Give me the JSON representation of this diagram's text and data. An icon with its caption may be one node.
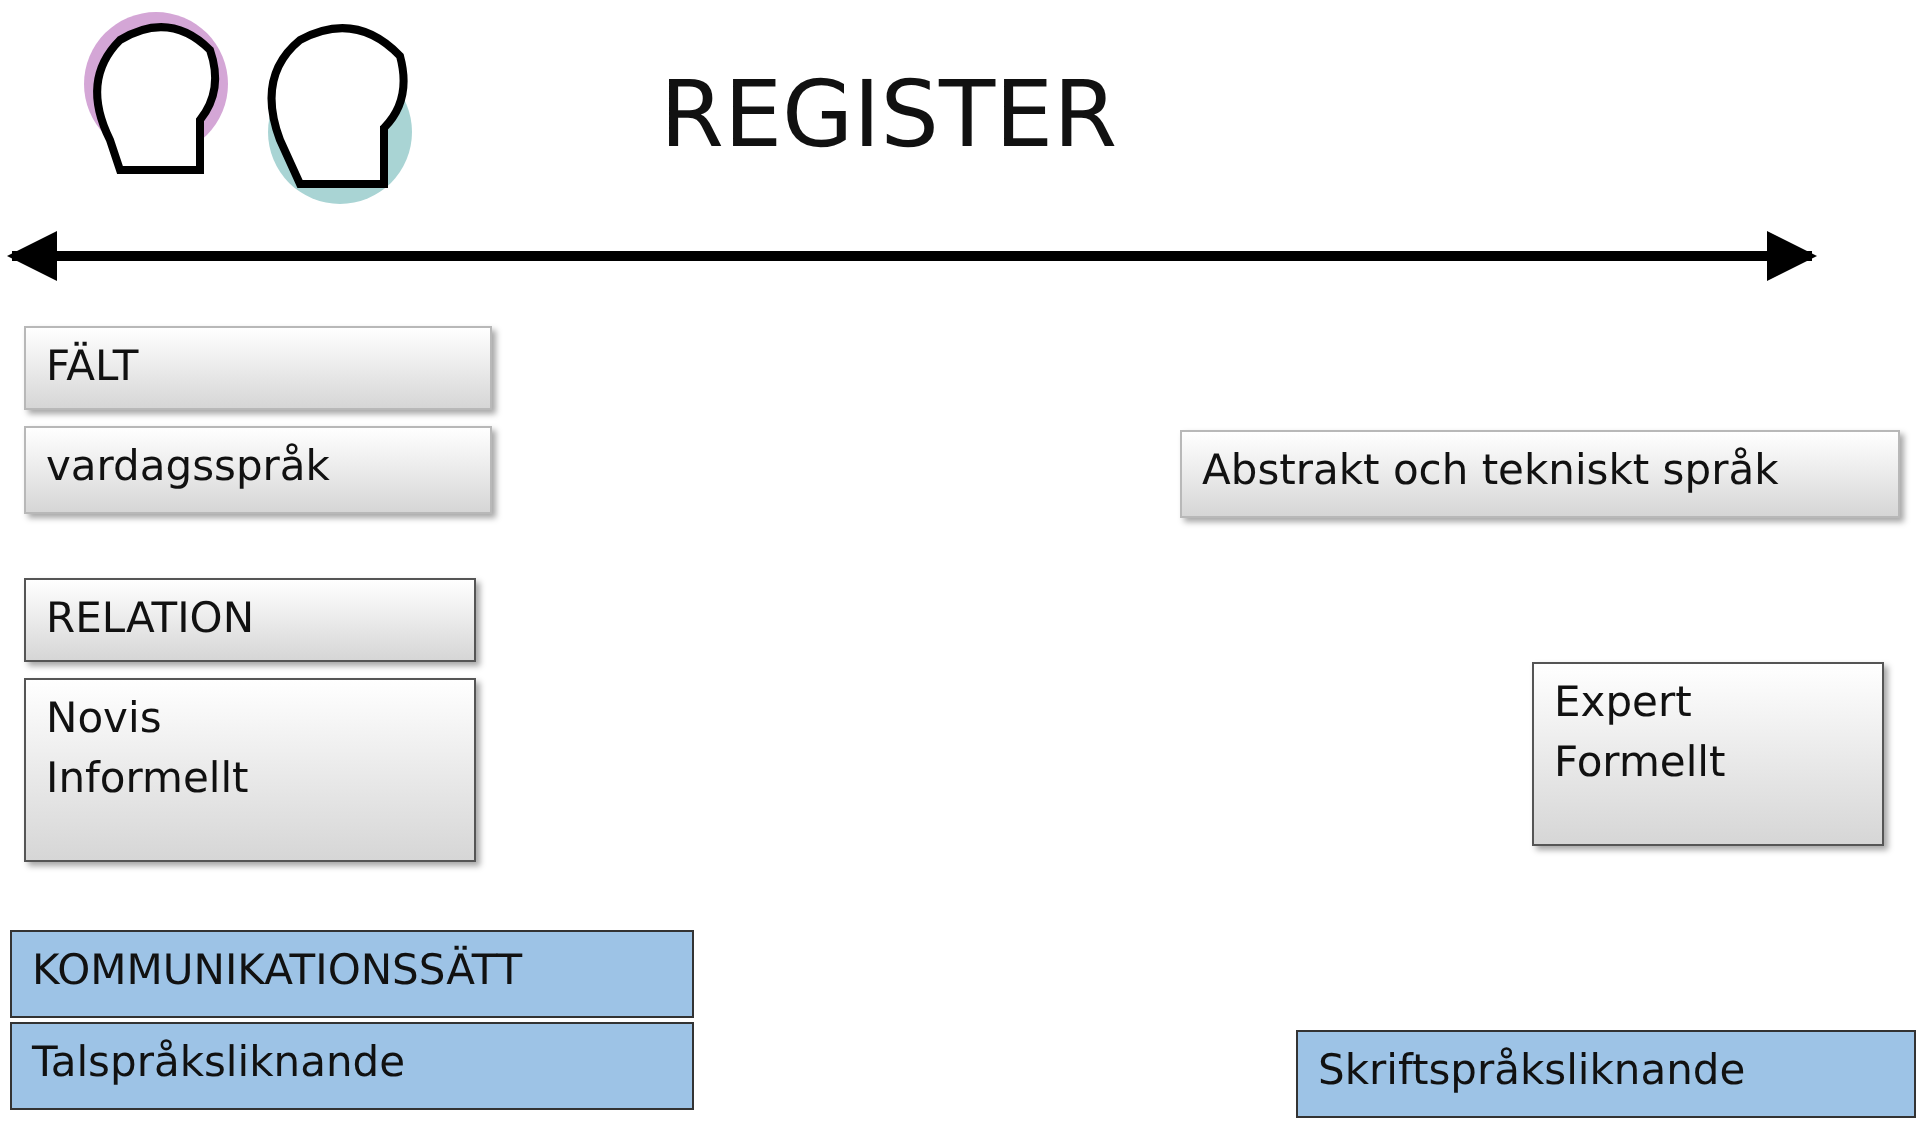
{
  "diagram": {
    "title": "REGISTER",
    "nodes": [
      {
        "text": [
          "FÄLT"
        ]
      },
      {
        "text": [
          "vardagsspråk"
        ]
      },
      {
        "text": [
          "Abstrakt och tekniskt språk"
        ]
      },
      {
        "text": [
          "RELATION"
        ]
      },
      {
        "text": [
          "Novis",
          "Informellt"
        ]
      },
      {
        "text": [
          "Expert",
          "Formellt"
        ]
      },
      {
        "text": [
          "KOMMUNIKATIONSSÄTT"
        ]
      },
      {
        "text": [
          "Talspråksliknande"
        ]
      },
      {
        "text": [
          "Skriftspråksliknande"
        ]
      }
    ],
    "edges": []
  }
}
